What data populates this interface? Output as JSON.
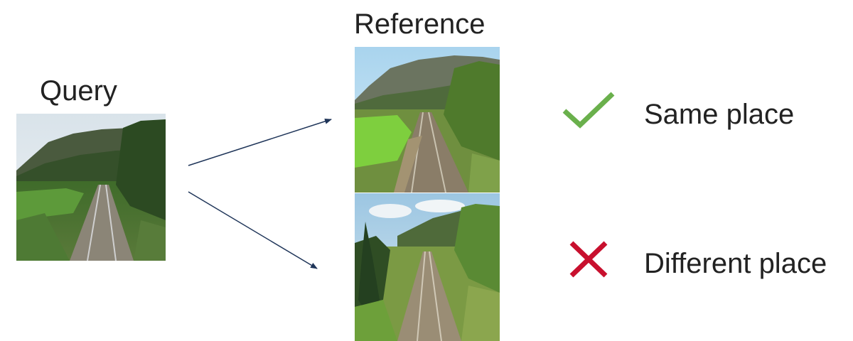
{
  "query": {
    "title": "Query"
  },
  "reference": {
    "title": "Reference"
  },
  "outcomes": {
    "same": {
      "label": "Same place",
      "icon": "check-icon",
      "color": "#6ab04c"
    },
    "different": {
      "label": "Different place",
      "icon": "cross-icon",
      "color": "#c8102e"
    }
  },
  "colors": {
    "arrow": "#1f3559",
    "text": "#222222"
  }
}
